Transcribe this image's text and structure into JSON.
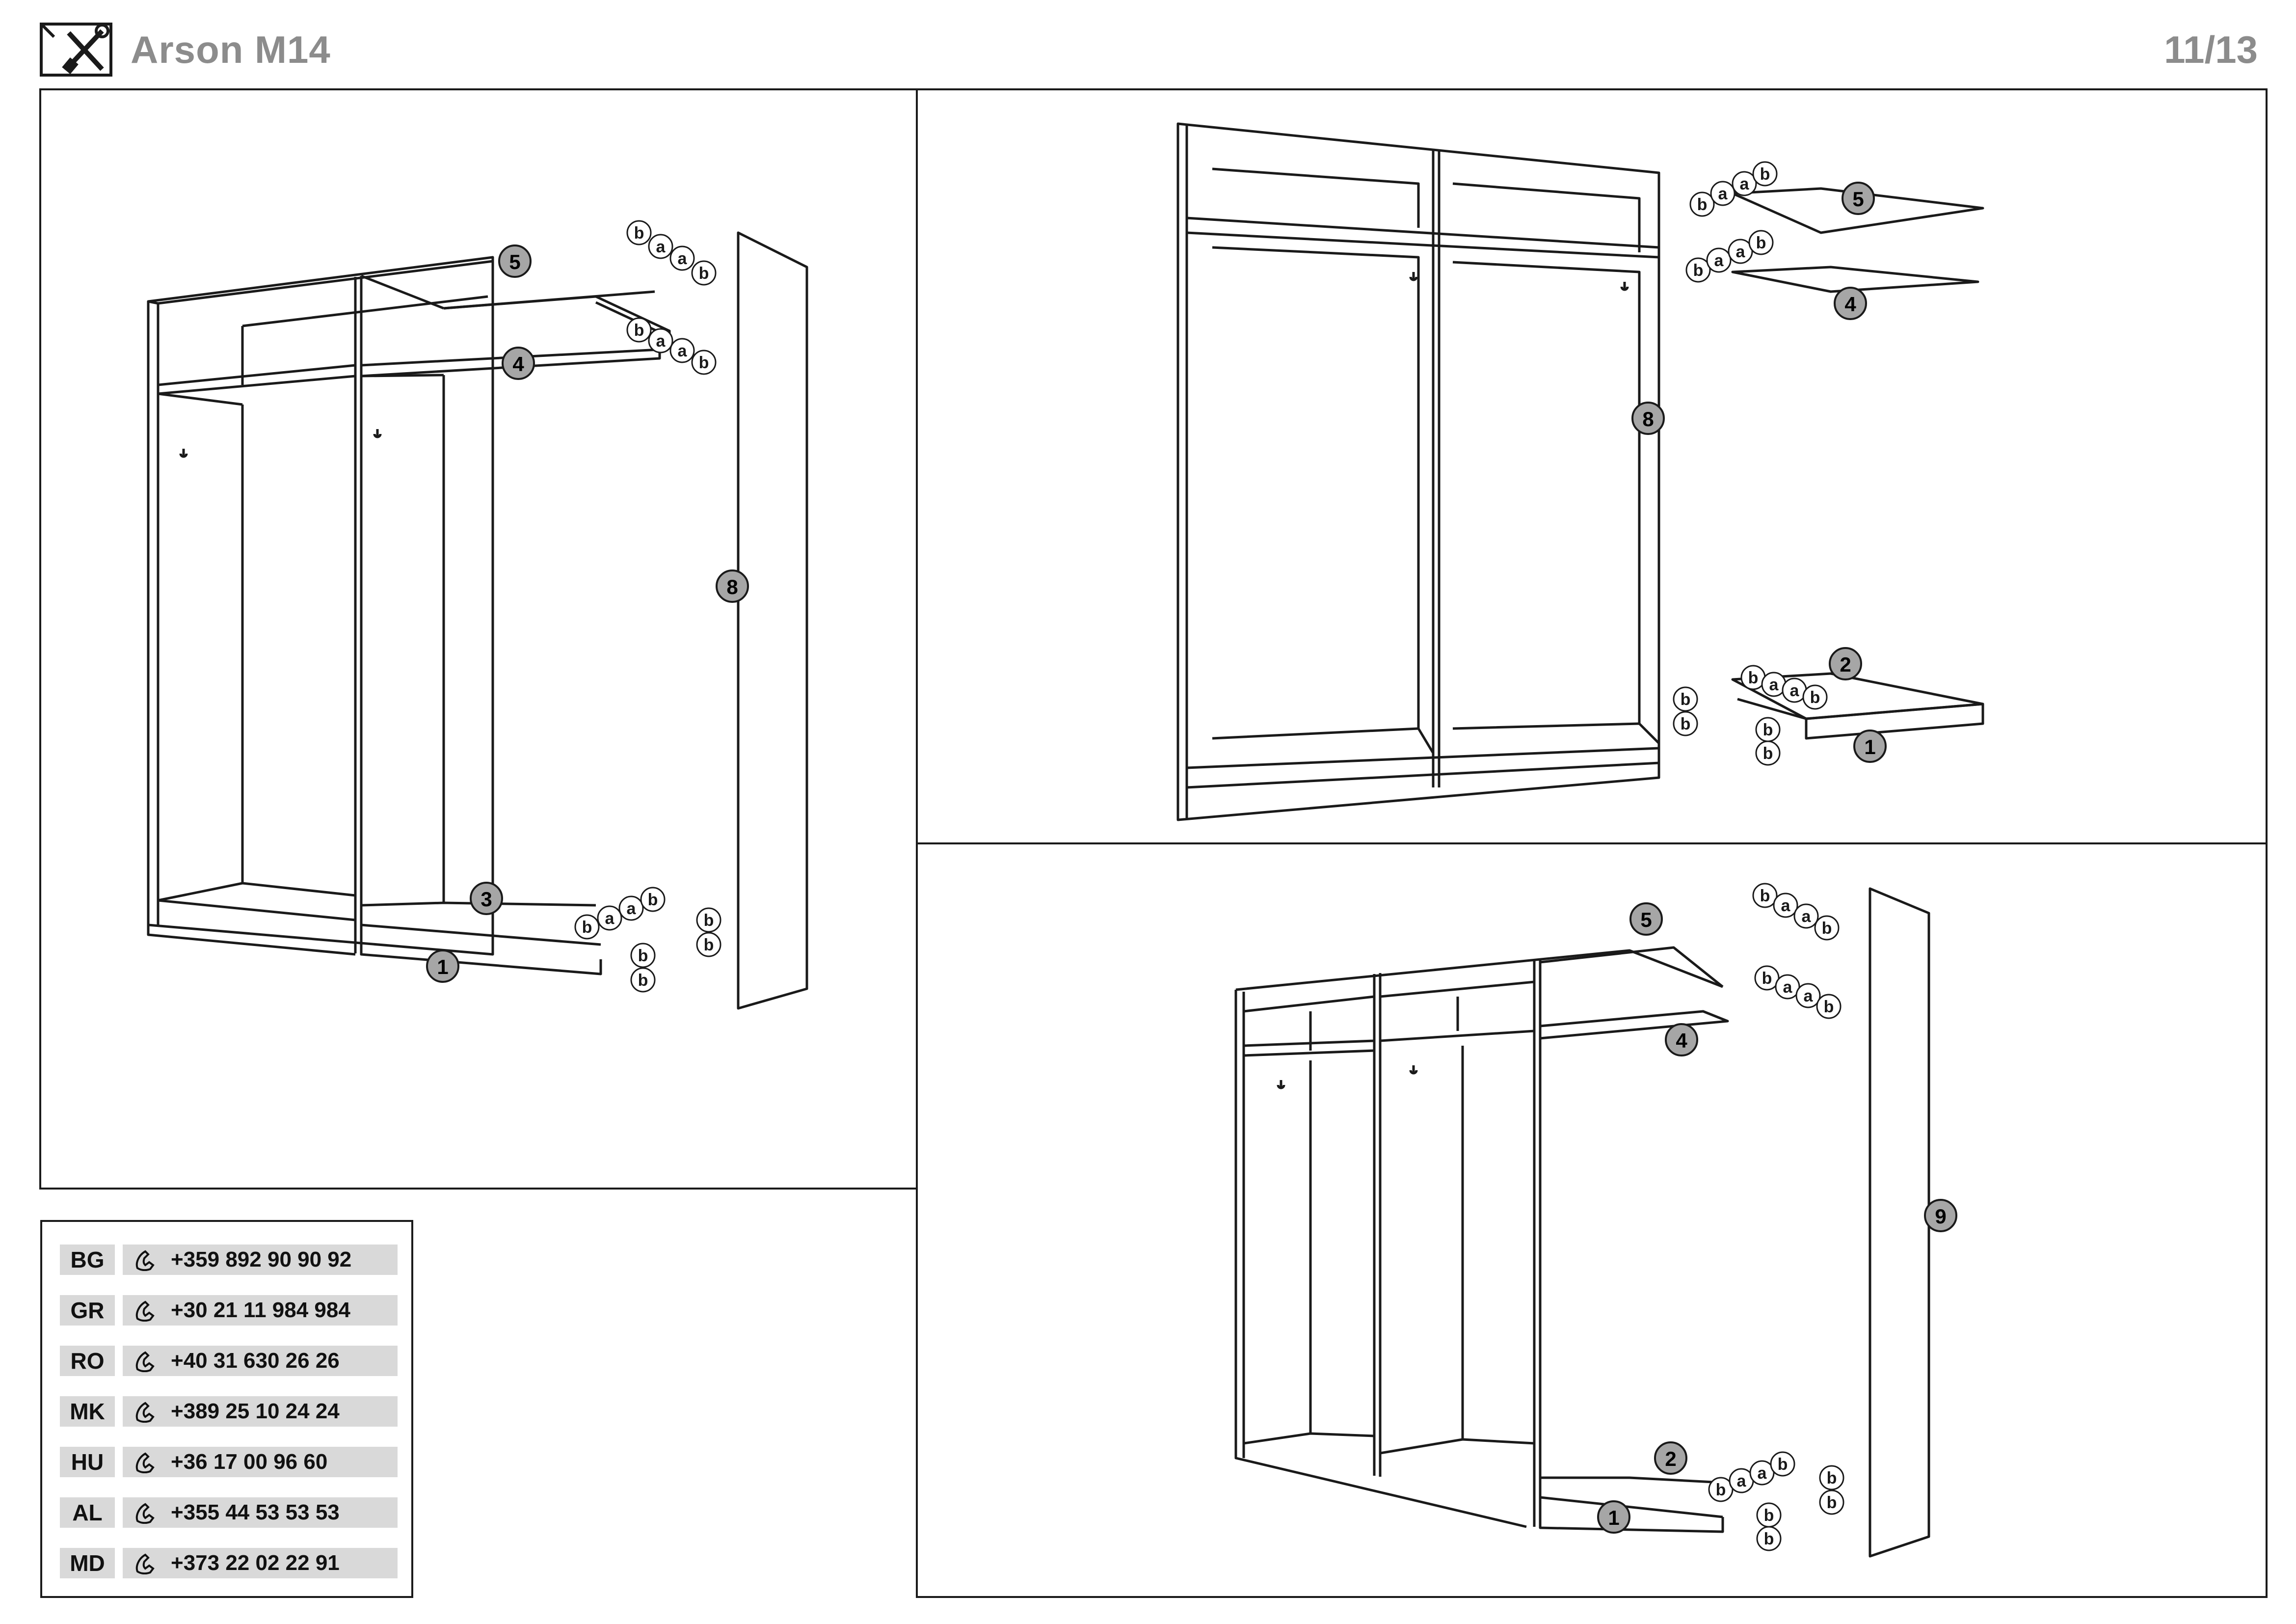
{
  "header": {
    "title": "Arson M14",
    "page": "11/13",
    "icon": "assembly-tools-icon"
  },
  "panels": {
    "left": {
      "parts": [
        "5",
        "4",
        "8",
        "3",
        "1"
      ],
      "hardware": [
        "a",
        "b"
      ]
    },
    "top_right": {
      "parts": [
        "5",
        "4",
        "8",
        "2",
        "1"
      ],
      "hardware": [
        "a",
        "b"
      ]
    },
    "bottom_right": {
      "parts": [
        "5",
        "4",
        "9",
        "2",
        "1"
      ],
      "hardware": [
        "a",
        "b"
      ]
    }
  },
  "contacts": [
    {
      "code": "BG",
      "phone": "+359 892 90 90 92"
    },
    {
      "code": "GR",
      "phone": "+30 21 11 984 984"
    },
    {
      "code": "RO",
      "phone": "+40 31 630 26 26"
    },
    {
      "code": "MK",
      "phone": "+389 25 10 24 24"
    },
    {
      "code": "HU",
      "phone": "+36 17 00 96 60"
    },
    {
      "code": "AL",
      "phone": "+355 44 53 53 53"
    },
    {
      "code": "MD",
      "phone": "+373 22 02 22 91"
    }
  ],
  "colors": {
    "line": "#1a1a1a",
    "callout_fill": "#a6a6a6",
    "label_bg": "#d9d9d9",
    "title_gray": "#8c8c8c"
  }
}
